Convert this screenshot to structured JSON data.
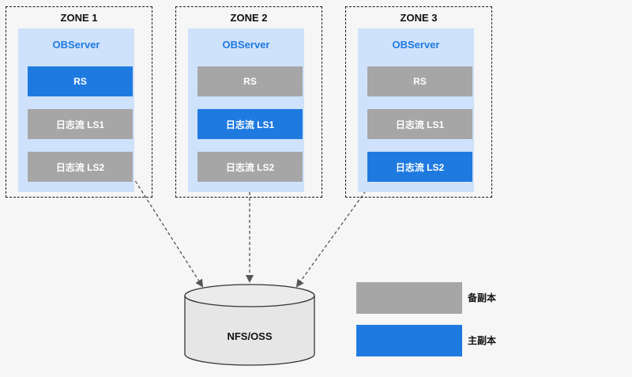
{
  "zones": [
    {
      "title": "ZONE 1",
      "server": "OBServer",
      "replicas": [
        {
          "label": "RS",
          "role": "primary"
        },
        {
          "label": "日志流 LS1",
          "role": "backup"
        },
        {
          "label": "日志流 LS2",
          "role": "backup"
        }
      ]
    },
    {
      "title": "ZONE 2",
      "server": "OBServer",
      "replicas": [
        {
          "label": "RS",
          "role": "backup"
        },
        {
          "label": "日志流 LS1",
          "role": "primary"
        },
        {
          "label": "日志流 LS2",
          "role": "backup"
        }
      ]
    },
    {
      "title": "ZONE 3",
      "server": "OBServer",
      "replicas": [
        {
          "label": "RS",
          "role": "backup"
        },
        {
          "label": "日志流 LS1",
          "role": "backup"
        },
        {
          "label": "日志流 LS2",
          "role": "primary"
        }
      ]
    }
  ],
  "storage": {
    "label": "NFS/OSS"
  },
  "legend": [
    {
      "label": "备副本",
      "role": "backup"
    },
    {
      "label": "主副本",
      "role": "primary"
    }
  ],
  "colors": {
    "primary": "#1f7ae0",
    "backup": "#a6a6a6",
    "server_bg": "#cfe2fb",
    "server_title": "#1f7ae0"
  }
}
